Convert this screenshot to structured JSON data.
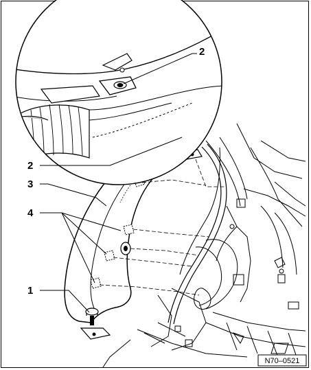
{
  "diagram": {
    "callouts": {
      "c1": "1",
      "c2_top": "2",
      "c2_mid": "2",
      "c3": "3",
      "c4": "4"
    },
    "reference_code": "N70–0521"
  },
  "colors": {
    "ink": "#000000",
    "paper": "#ffffff",
    "shade": "#bdbdbd"
  }
}
